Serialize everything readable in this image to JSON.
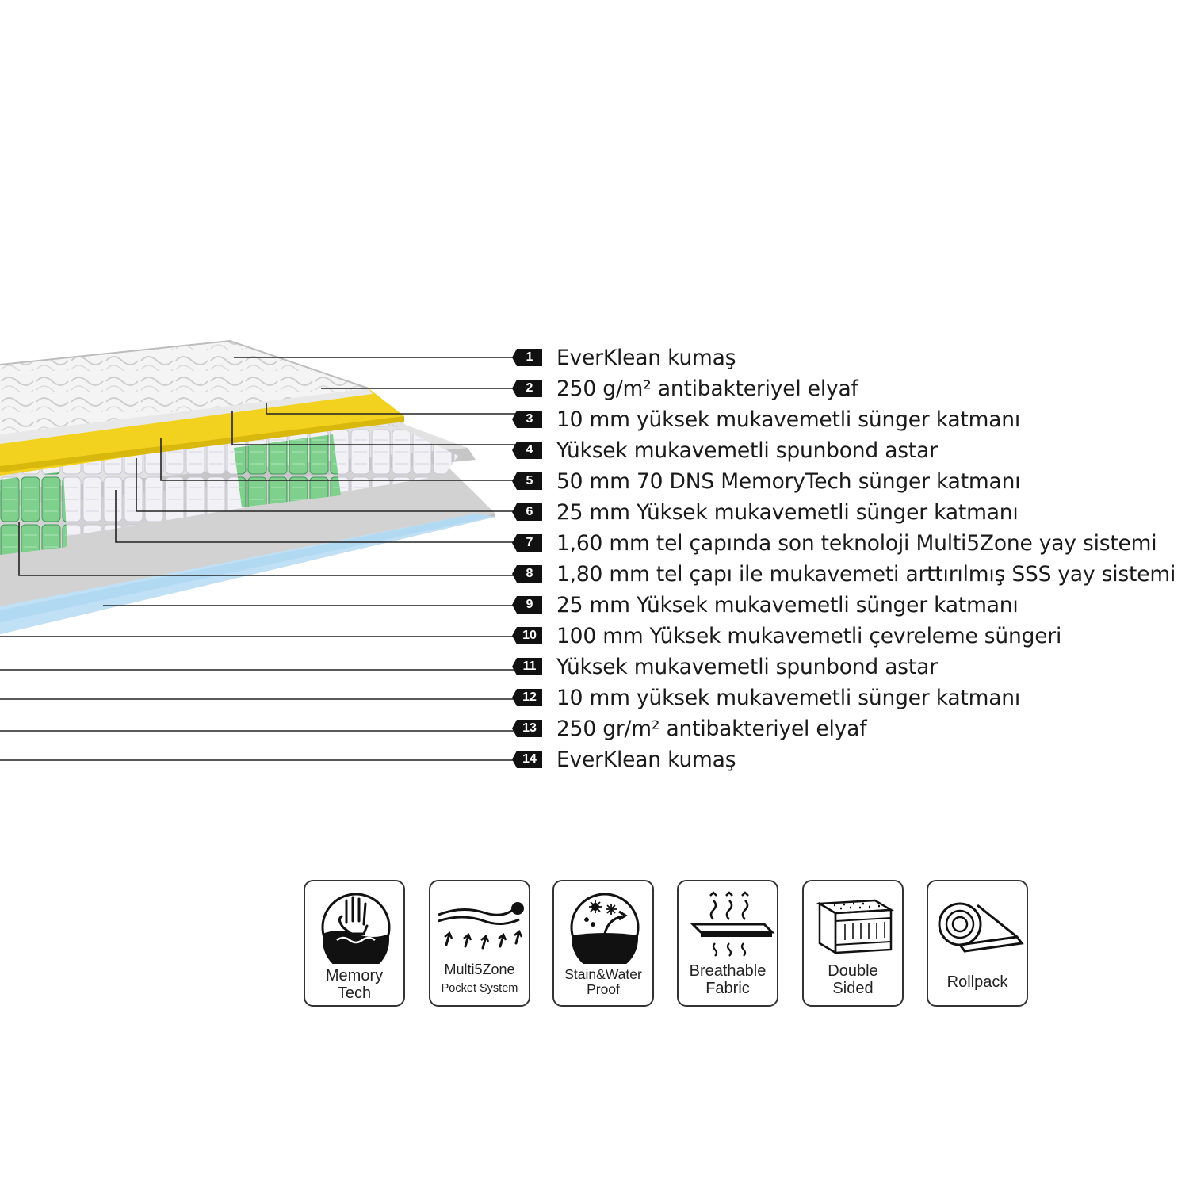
{
  "layers": [
    {
      "number": "1",
      "label": "EverKlean kumaş"
    },
    {
      "number": "2",
      "label": "250 g/m² antibakteriyel elyaf"
    },
    {
      "number": "3",
      "label": "10 mm yüksek mukavemetli sünger katmanı"
    },
    {
      "number": "4",
      "label": "Yüksek mukavemetli spunbond astar"
    },
    {
      "number": "5",
      "label": "50 mm 70 DNS MemoryTech sünger katmanı"
    },
    {
      "number": "6",
      "label": "25 mm Yüksek mukavemetli sünger katmanı"
    },
    {
      "number": "7",
      "label": "1,60 mm tel çapında son teknoloji Multi5Zone yay sistemi"
    },
    {
      "number": "8",
      "label": "1,80 mm tel çapı ile mukavemeti arttırılmış SSS yay sistemi"
    },
    {
      "number": "9",
      "label": "25 mm Yüksek mukavemetli sünger katmanı"
    },
    {
      "number": "10",
      "label": "100 mm Yüksek mukavemetli çevreleme süngeri"
    },
    {
      "number": "11",
      "label": "Yüksek mukavemetli spunbond astar"
    },
    {
      "number": "12",
      "label": "10 mm yüksek mukavemetli sünger katmanı"
    },
    {
      "number": "13",
      "label": "250 gr/m² antibakteriyel elyaf"
    },
    {
      "number": "14",
      "label": "EverKlean kumaş"
    }
  ],
  "badges": [
    {
      "icon": "memory-foam-hand-icon",
      "line1": "Memory",
      "line2": "Tech"
    },
    {
      "icon": "pocket-spring-zone-icon",
      "line1": "Multi5Zone",
      "line2": "Pocket System"
    },
    {
      "icon": "stain-water-proof-icon",
      "line1": "Stain&Water",
      "line2": "Proof"
    },
    {
      "icon": "breathable-fabric-icon",
      "line1": "Breathable",
      "line2": "Fabric"
    },
    {
      "icon": "double-sided-icon",
      "line1": "Double",
      "line2": "Sided"
    },
    {
      "icon": "rollpack-icon",
      "line1": "Rollpack",
      "line2": ""
    }
  ],
  "colors": {
    "foam_yellow": "#f3d21f",
    "spring_green": "#5fbf73",
    "base_grey": "#d4d4d4",
    "blue_layer": "#bfe0f5",
    "fabric_white": "#f4f4f4",
    "outline": "#222222"
  }
}
